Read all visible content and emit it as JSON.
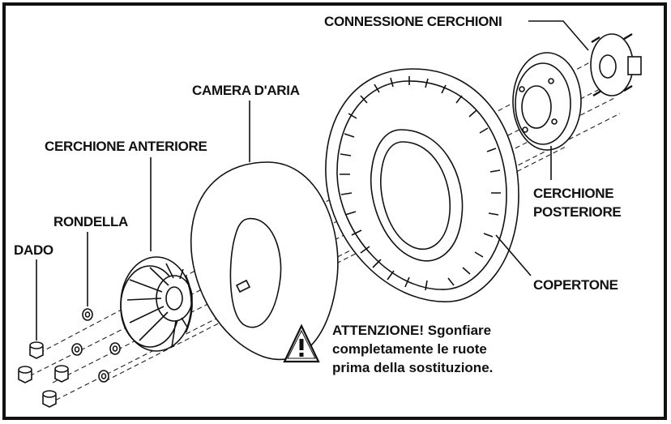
{
  "labels": {
    "rim_connection": "CONNESSIONE CERCHIONI",
    "inner_tube": "CAMERA D'ARIA",
    "front_rim": "CERCHIONE ANTERIORE",
    "washer": "RONDELLA",
    "nut": "DADO",
    "rear_rim_line1": "CERCHIONE",
    "rear_rim_line2": "POSTERIORE",
    "tire": "COPERTONE"
  },
  "warning": {
    "line1": "ATTENZIONE! Sgonfiare",
    "line2": "completamente le ruote",
    "line3": "prima della sostituzione.",
    "icon": "warning-triangle-icon"
  },
  "colors": {
    "ink": "#111111",
    "background": "#ffffff"
  }
}
